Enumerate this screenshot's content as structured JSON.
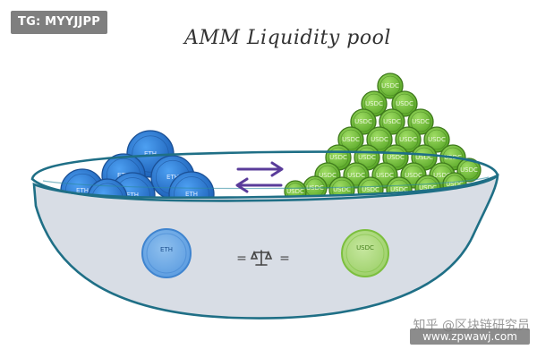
{
  "tag": "TG: MYYJJPP",
  "title": "AMM Liquidity pool",
  "left_coin_label": "ETH",
  "right_coin_label": "USDC",
  "equals_left": "=",
  "equals_right": "=",
  "watermark": {
    "cn": "知乎 @区块链研究员",
    "site": "www.zpwawj.com"
  },
  "colors": {
    "eth_blue": "#2f7fd6",
    "usdc_green": "#79c93b",
    "bowl_fill": "#d8dde5",
    "bowl_outline": "#1f6f86",
    "arrow": "#5a3c9a"
  },
  "icons": {
    "balance": "scale-icon",
    "swap": "swap-arrows-icon"
  }
}
